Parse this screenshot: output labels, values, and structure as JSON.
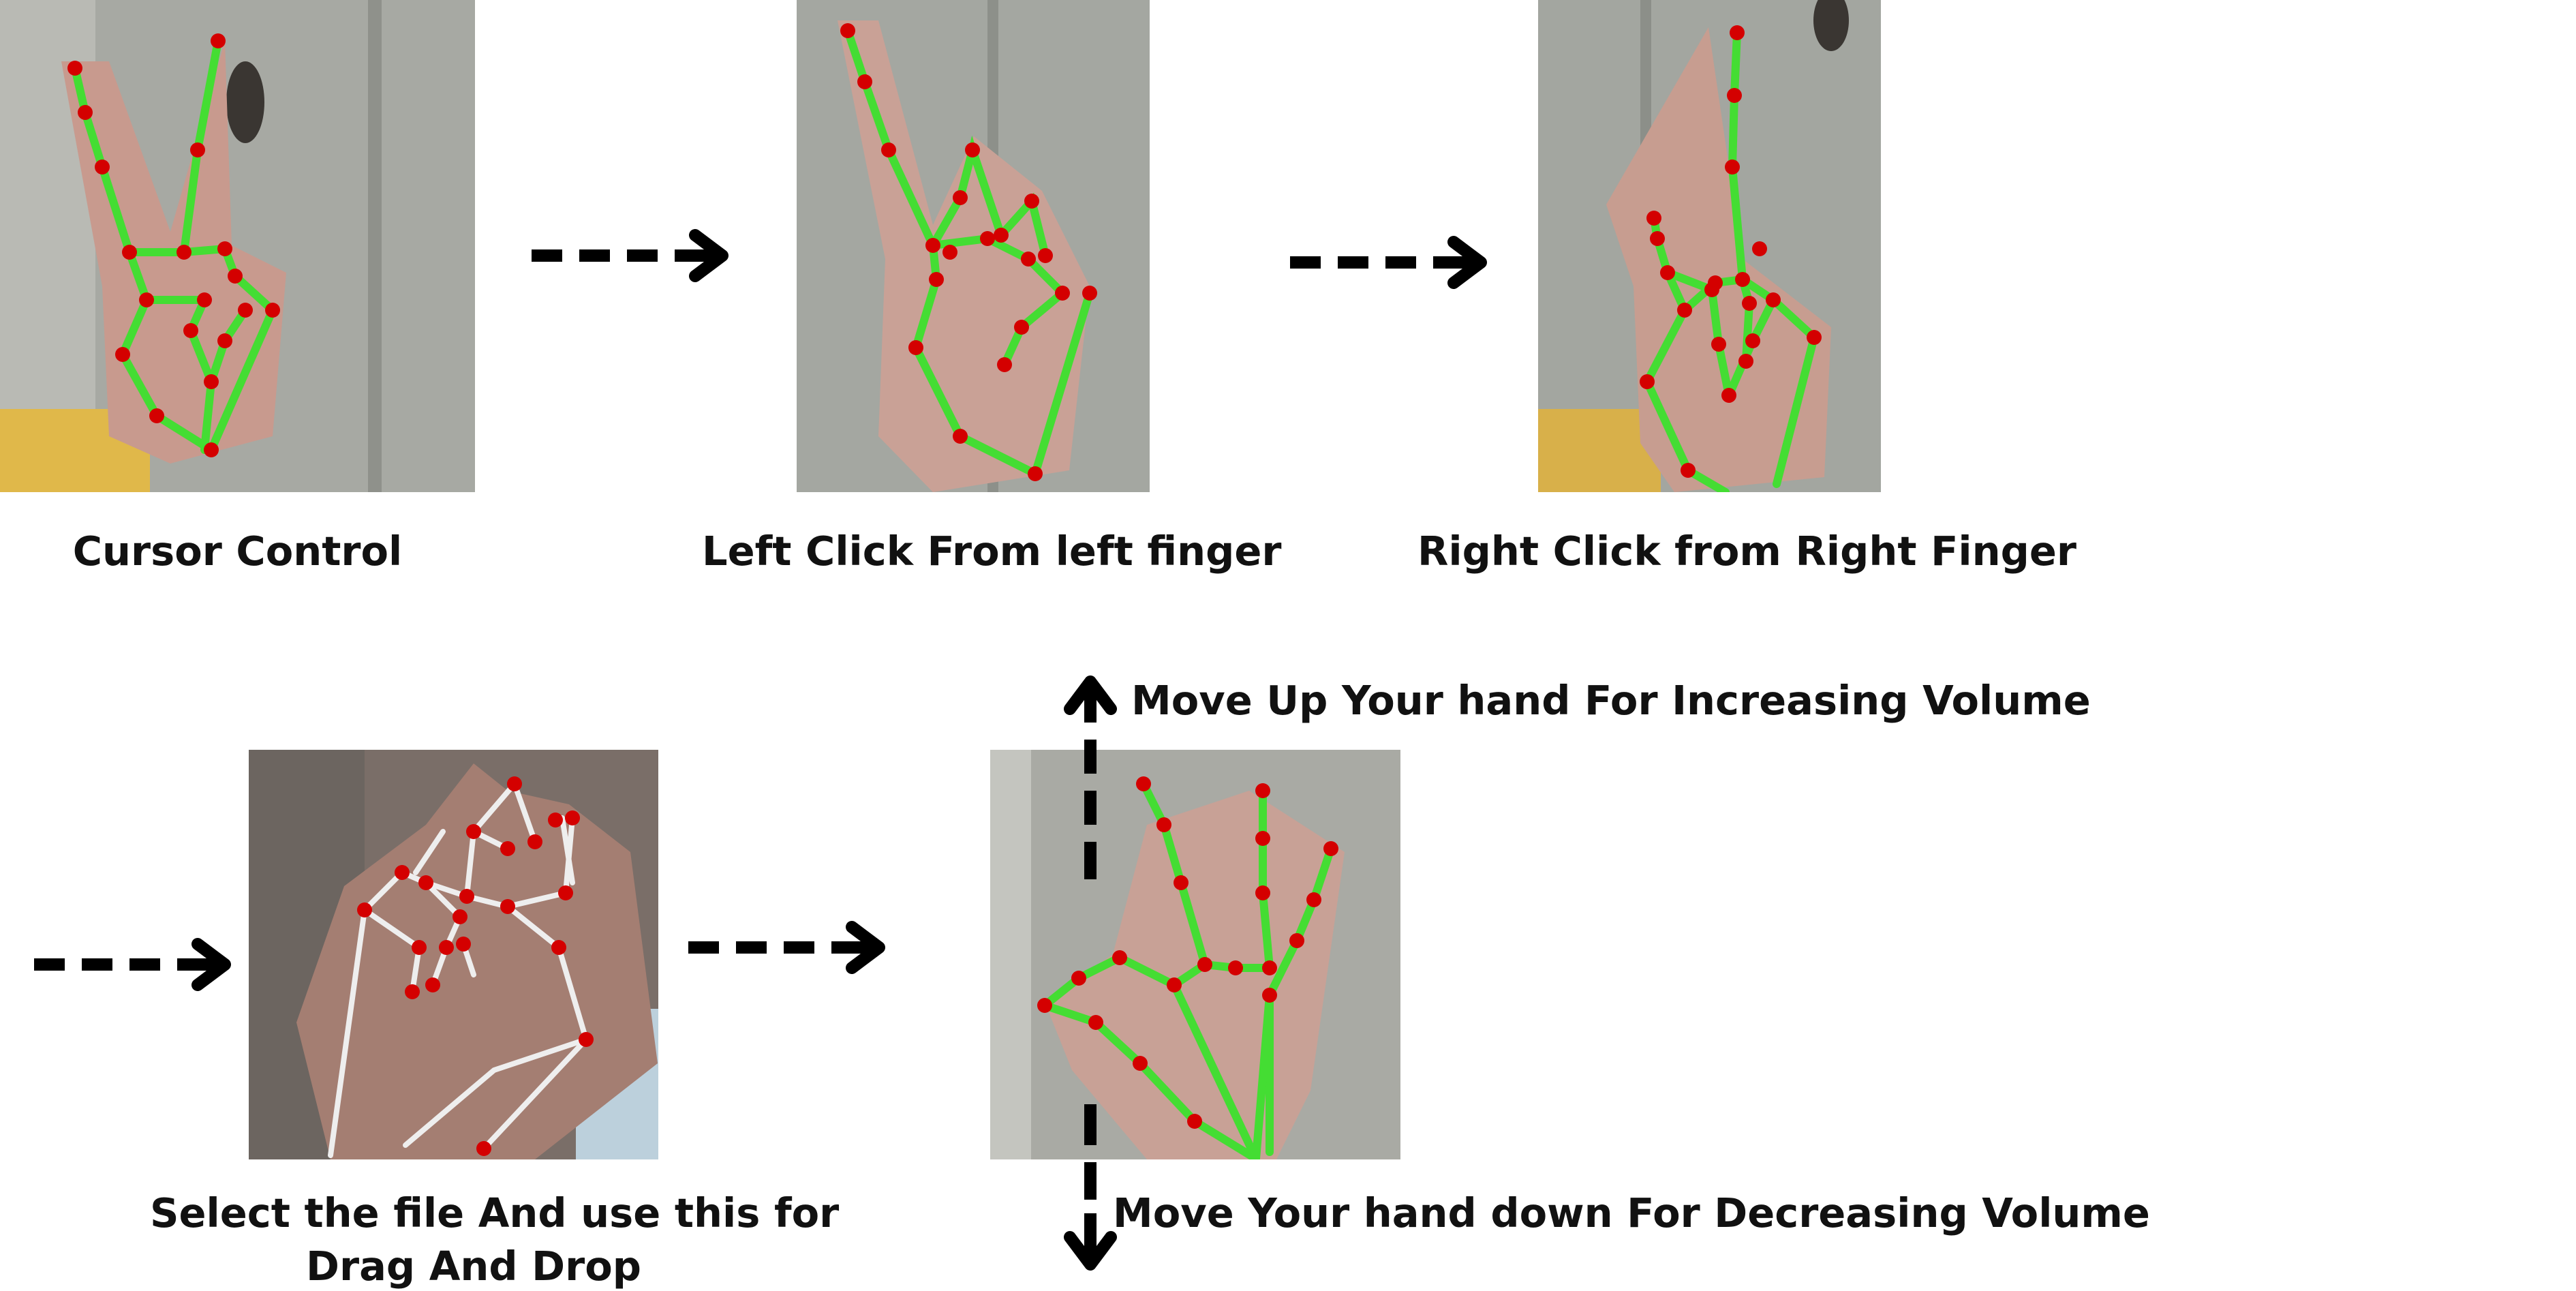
{
  "captions": {
    "cursor_control": "Cursor Control",
    "left_click": "Left Click From left finger",
    "right_click": "Right Click  from Right Finger",
    "drag_drop_line1": "Select the file And use this for",
    "drag_drop_line2": "Drag And Drop",
    "volume_up": "Move Up Your hand  For Increasing Volume",
    "volume_down": "Move  Your hand down  For Decreasing Volume"
  },
  "colors": {
    "skeleton_green": "#44dd33",
    "skeleton_white": "#eeeeee",
    "landmark_red": "#d40000",
    "arrow_black": "#000000"
  }
}
